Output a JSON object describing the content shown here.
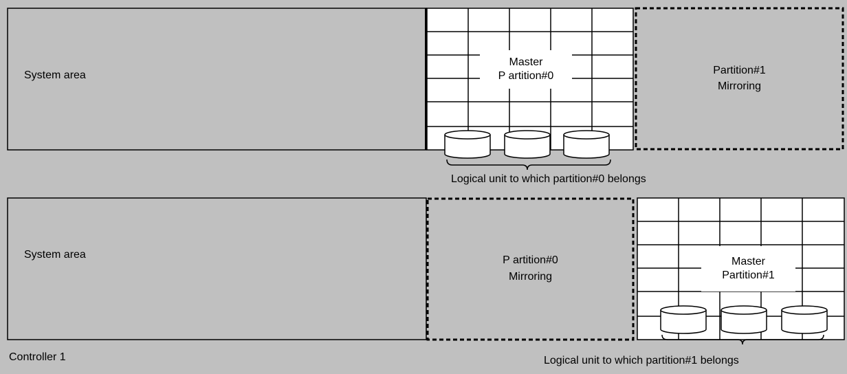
{
  "controller_0": {
    "system_area_label": "System area",
    "master_label_line1": "Master",
    "master_label_line2": "P artition#0",
    "mirror_label_line1": "Partition#1",
    "mirror_label_line2": "Mirroring",
    "logical_unit_caption": "Logical unit to which partition#0 belongs"
  },
  "controller_1": {
    "system_area_label": "System area",
    "mirror_label_line1": "P artition#0",
    "mirror_label_line2": "Mirroring",
    "master_label_line1": "Master",
    "master_label_line2": "Partition#1",
    "logical_unit_caption": "Logical unit to which partition#1 belongs",
    "controller_label": "Controller 1"
  },
  "colors": {
    "background": "#c0c0c0",
    "master_grid_fill": "#ffffff",
    "line": "#000000"
  }
}
